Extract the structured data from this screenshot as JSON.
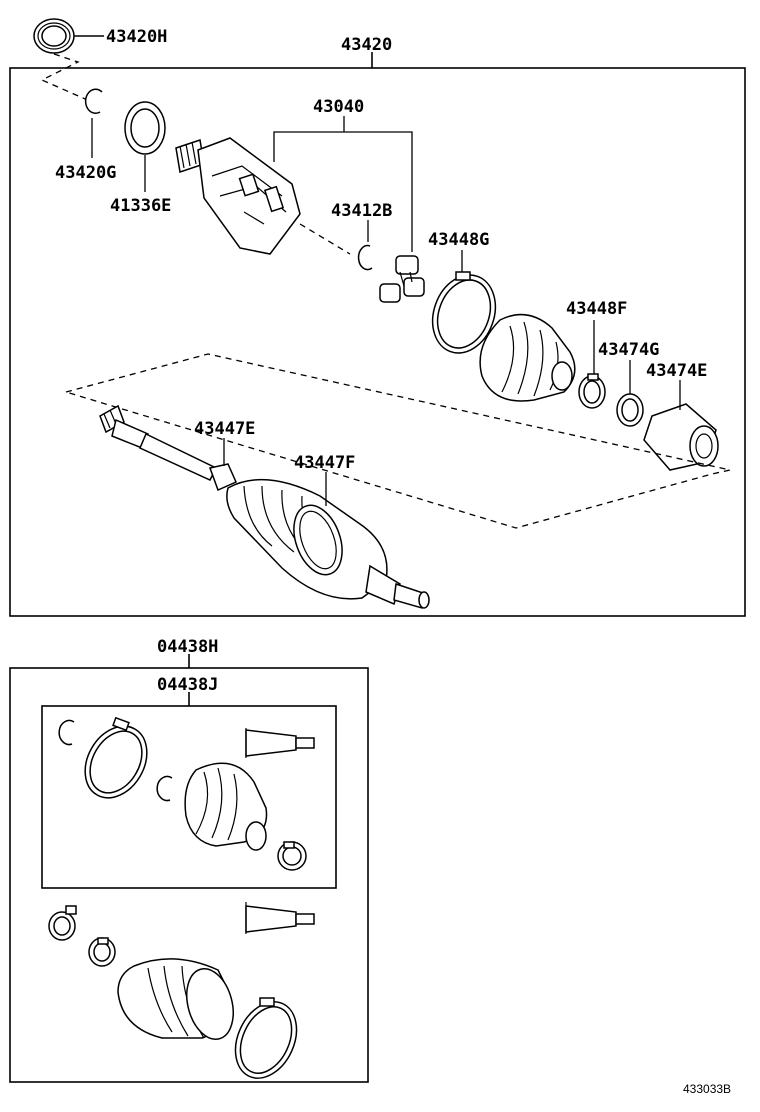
{
  "labels": {
    "p43420H": "43420H",
    "p43420": "43420",
    "p43040": "43040",
    "p43420G": "43420G",
    "p41336E": "41336E",
    "p43412B": "43412B",
    "p43448G": "43448G",
    "p43448F": "43448F",
    "p43474G": "43474G",
    "p43474E": "43474E",
    "p43447E": "43447E",
    "p43447F": "43447F",
    "p04438H": "04438H",
    "p04438J": "04438J"
  },
  "diagram_code": "433033B"
}
